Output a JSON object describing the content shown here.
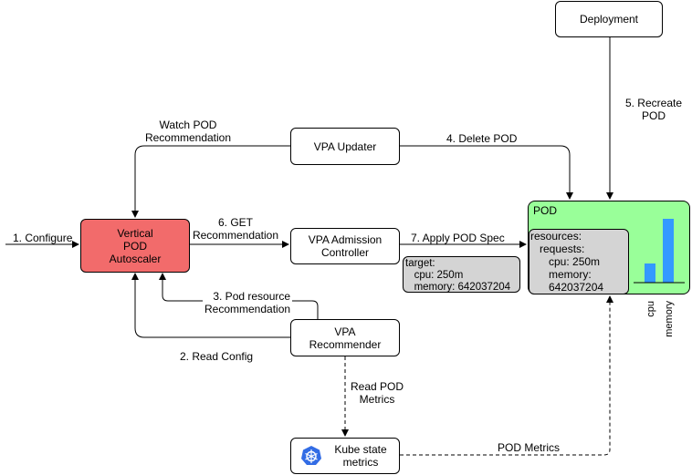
{
  "nodes": {
    "deployment": "Deployment",
    "vpa_updater": "VPA Updater",
    "vpa": [
      "Vertical",
      "POD",
      "Autoscaler"
    ],
    "admission": [
      "VPA Admission",
      "Controller"
    ],
    "recommender": [
      "VPA",
      "Recommender"
    ],
    "kube": [
      "Kube state",
      "metrics"
    ],
    "pod_title": "POD"
  },
  "target_box": [
    "target:",
    "   cpu: 250m",
    "   memory: 642037204"
  ],
  "resources_box": [
    "resources:",
    "   requests:",
    "      cpu: 250m",
    "      memory:",
    "      642037204"
  ],
  "edges": {
    "configure": "1. Configure",
    "read_config": "2. Read Config",
    "pod_resource": [
      "3. Pod resource",
      "Recommendation"
    ],
    "delete_pod": "4. Delete POD",
    "recreate_pod": [
      "5.  Recreate",
      "POD"
    ],
    "get_rec": [
      "6. GET",
      "Recommendation"
    ],
    "apply_spec": "7. Apply POD Spec",
    "watch_pod": [
      "Watch POD",
      "Recommendation"
    ],
    "read_pod_metrics": [
      "Read POD",
      "Metrics"
    ],
    "pod_metrics": "POD Metrics"
  },
  "chart_data": {
    "type": "bar",
    "categories": [
      "cpu",
      "memory"
    ],
    "values": [
      0.3,
      1.0
    ],
    "colors": [
      "#3399ff",
      "#3399ff"
    ]
  },
  "colors": {
    "vpa_fill": "#f26b6b",
    "pod_fill": "#99ff99",
    "gray_fill": "#d4d4d4",
    "bar": "#3399ff",
    "kube": "#326ce5"
  }
}
